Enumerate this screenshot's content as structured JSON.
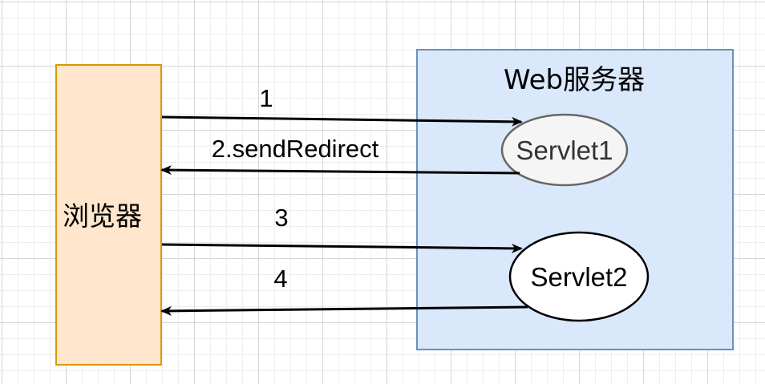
{
  "browser": {
    "label": "浏览器",
    "fill": "#ffe6cc",
    "stroke": "#d79b00"
  },
  "server": {
    "label": "Web服务器",
    "fill": "#dae8fc",
    "stroke": "#6c8ebf"
  },
  "servlets": [
    {
      "label": "Servlet1",
      "fill": "#f5f5f5",
      "stroke": "#666666",
      "text_color": "#333333"
    },
    {
      "label": "Servlet2",
      "fill": "#ffffff",
      "stroke": "#000000",
      "text_color": "#000000"
    }
  ],
  "arrows": [
    {
      "label": "1",
      "direction": "browser-to-servlet1"
    },
    {
      "label": "2.sendRedirect",
      "direction": "servlet1-to-browser"
    },
    {
      "label": "3",
      "direction": "browser-to-servlet2"
    },
    {
      "label": "4",
      "direction": "servlet2-to-browser"
    }
  ]
}
